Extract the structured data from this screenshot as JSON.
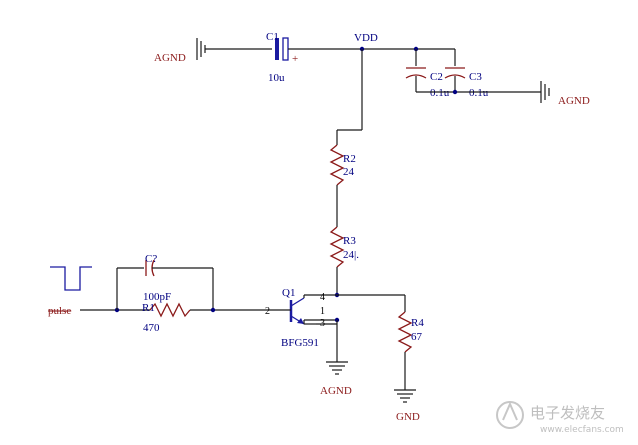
{
  "labels": {
    "agnd_left": "AGND",
    "c1_ref": "C1",
    "c1_val": "10u",
    "c1_plus": "+",
    "vdd": "VDD",
    "c2_ref": "C2",
    "c2_val": "0.1u",
    "c3_ref": "C3",
    "c3_val": "0.1u",
    "agnd_right": "AGND",
    "r2_ref": "R2",
    "r2_val": "24",
    "r3_ref": "R3",
    "r3_val": "24|.",
    "c7_ref": "C?",
    "c7_val": "100pF",
    "r1_ref": "R1",
    "r1_val": "470",
    "pulse": "pulse",
    "q1_ref": "Q1",
    "q1_part": "BFG591",
    "pin2": "2",
    "pin4": "4",
    "pin1": "1",
    "pin3": "3",
    "r4_ref": "R4",
    "r4_val": "67",
    "agnd_q1": "AGND",
    "gnd_r4": "GND"
  },
  "watermark": {
    "brand": "电子发烧友",
    "url": "www.elecfans.com"
  }
}
